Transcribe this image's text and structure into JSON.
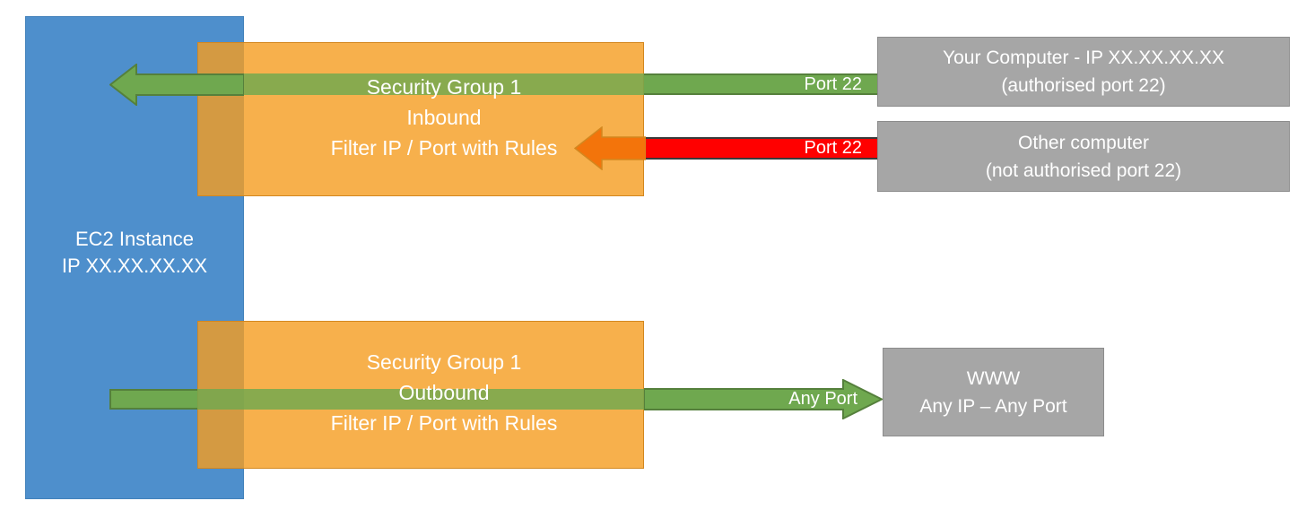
{
  "diagram": {
    "title": "AWS EC2 Security Group inbound and outbound traffic filtering",
    "colors": {
      "ec2_blue": "#4E8FCC",
      "security_group_orange": "#F7B04C",
      "overlap_orange": "#D49A42",
      "allowed_green": "#6FA84F",
      "blocked_red": "#FF0000",
      "blocked_arrow_orange": "#F3740B",
      "endpoint_gray": "#A6A6A6",
      "text_white": "#FFFFFF"
    }
  },
  "ec2": {
    "line1": "EC2 Instance",
    "line2": "IP XX.XX.XX.XX"
  },
  "security_groups": {
    "inbound": {
      "line1": "Security Group 1",
      "line2": "Inbound",
      "line3": "Filter IP / Port with Rules"
    },
    "outbound": {
      "line1": "Security Group 1",
      "line2": "Outbound",
      "line3": "Filter IP / Port with Rules"
    }
  },
  "connectors": {
    "allowed_inbound_label": "Port 22",
    "blocked_inbound_label": "Port 22",
    "outbound_label": "Any Port"
  },
  "endpoints": {
    "your_computer": {
      "line1": "Your Computer - IP XX.XX.XX.XX",
      "line2": "(authorised port 22)"
    },
    "other_computer": {
      "line1": "Other computer",
      "line2": "(not authorised port 22)"
    },
    "www": {
      "line1": "WWW",
      "line2": "Any IP – Any Port"
    }
  }
}
